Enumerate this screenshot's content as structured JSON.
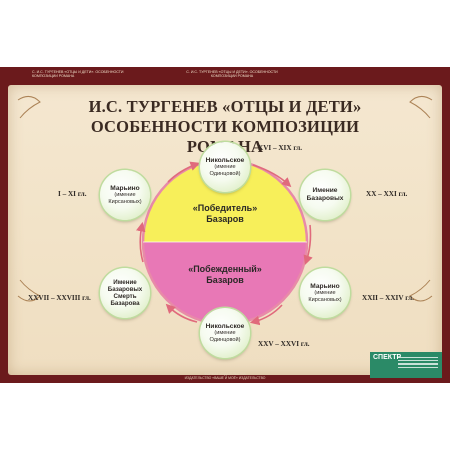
{
  "header": {
    "left_text": "С. И.С. ТУРГЕНЕВ «ОТЦЫ И ДЕТИ». ОСОБЕННОСТИ\nКОМПОЗИЦИИ РОМАНА",
    "mid_text": "С. И.С. ТУРГЕНЕВ «ОТЦЫ И ДЕТИ». ОСОБЕННОСТИ\nКОМПОЗИЦИИ РОМАНА"
  },
  "title": {
    "line1": "И.С. ТУРГЕНЕВ «ОТЦЫ И ДЕТИ»",
    "line2": "ОСОБЕННОСТИ КОМПОЗИЦИИ РОМАНА"
  },
  "center": {
    "top_label": "«Победитель»\nБазаров",
    "bottom_label": "«Побежденный»\nБазаров"
  },
  "nodes": {
    "top": {
      "name": "Никольское",
      "sub": "(имение\nОдинцовой)"
    },
    "upper_right": {
      "name": "Имение\nБазаровых",
      "sub": ""
    },
    "lower_right": {
      "name": "Марьино",
      "sub": "(имение\nКирсановых)"
    },
    "bottom": {
      "name": "Никольское",
      "sub": "(имение\nОдинцовой)"
    },
    "lower_left": {
      "name": "Имение\nБазаровых\nСмерть\nБазарова",
      "sub": ""
    },
    "upper_left": {
      "name": "Марьино",
      "sub": "(имение\nКирсановых)"
    }
  },
  "periods": {
    "top": "XVI – XIX гл.",
    "upper_right": "XX – XXI гл.",
    "lower_right": "XXII – XXIV гл.",
    "bottom": "XXV – XXVI гл.",
    "lower_left": "XXVII – XXVIII гл.",
    "upper_left": "I – XI гл."
  },
  "footer": {
    "caption": "ФОРМАТ ИЗДАТЕЛЬСТВА\nИЗДАТЕЛЬСТВО «ВАШЕ И МОЁ» Издательство",
    "logo": "СПЕКТР"
  },
  "colors": {
    "frame": "#6b1a1c",
    "parchment": "#f2e3c8",
    "yellow_half": "#f7ef5a",
    "pink_half": "#e878b6",
    "ring": "#e88aa8",
    "arrow": "#e06a7c",
    "node_glow": "#cfe6b6"
  }
}
